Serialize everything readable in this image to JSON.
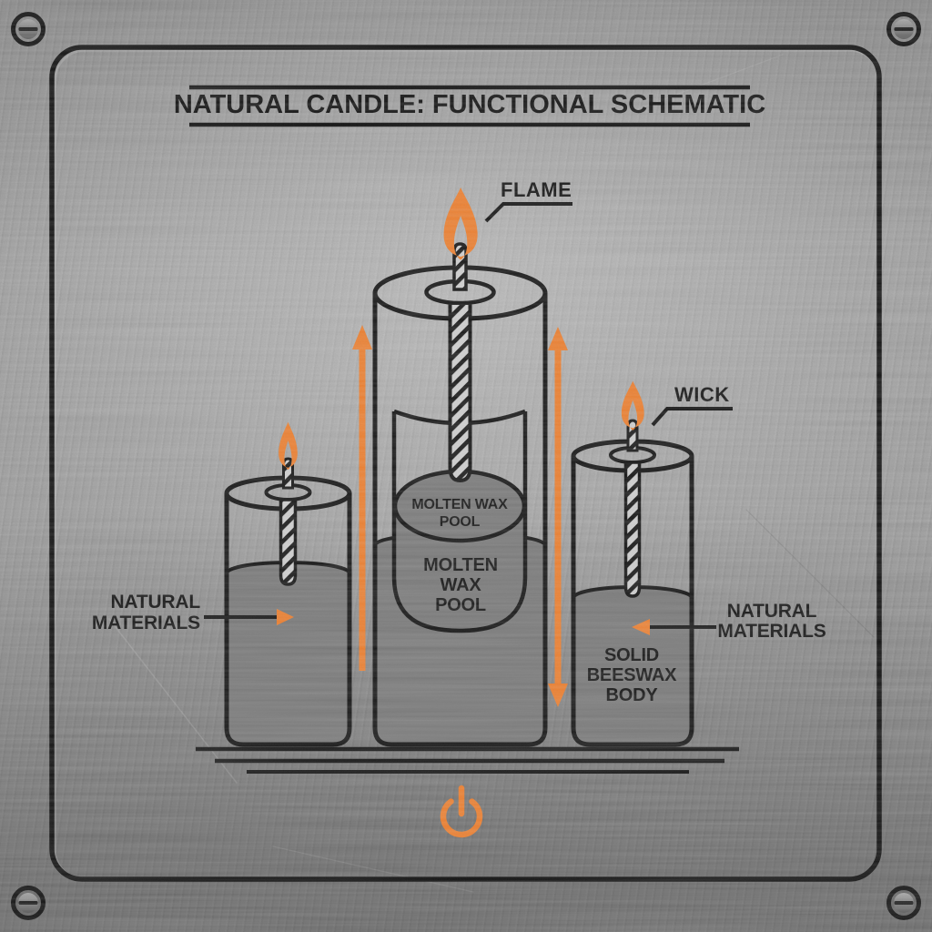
{
  "title": "NATURAL CANDLE: FUNCTIONAL SCHEMATIC",
  "labels": {
    "flame": "FLAME",
    "wick": "WICK",
    "natural_materials_left": "NATURAL MATERIALS",
    "natural_materials_right": "NATURAL MATERIALS",
    "molten_wax_pool_inner": "MOLTEN WAX POOL",
    "molten_wax_pool_outer": "MOLTEN WAX POOL",
    "solid_beeswax_body": "SOLID BEESWAX BODY"
  },
  "icons": {
    "flame": "flame-icon",
    "power": "power-icon",
    "screw": "screw-icon",
    "arrow_up_left": "arrow-up-icon",
    "arrow_double_right": "arrow-double-icon"
  },
  "colors": {
    "accent_orange": "#F0802E",
    "ink_black": "#141414",
    "wax_gray": "#7A7A7A",
    "wick_gray": "#D2D2D2",
    "metal_mid": "#9E9E9E"
  }
}
